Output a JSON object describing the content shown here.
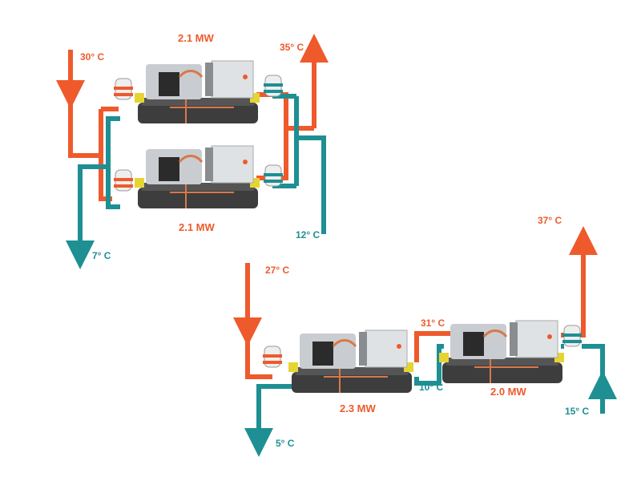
{
  "colors": {
    "hot": "#ee5a2c",
    "cold": "#1e8f93"
  },
  "parallel": {
    "top_capacity": "2.1 MW",
    "bottom_capacity": "2.1 MW",
    "condenser_in": "30° C",
    "condenser_out": "35° C",
    "evaporator_in": "12° C",
    "evaporator_out": "7° C"
  },
  "series": {
    "left_capacity": "2.3 MW",
    "right_capacity": "2.0 MW",
    "condenser_in": "27° C",
    "condenser_mid": "31° C",
    "condenser_out": "37° C",
    "evaporator_in": "15° C",
    "evaporator_mid": "10° C",
    "evaporator_out": "5° C"
  }
}
